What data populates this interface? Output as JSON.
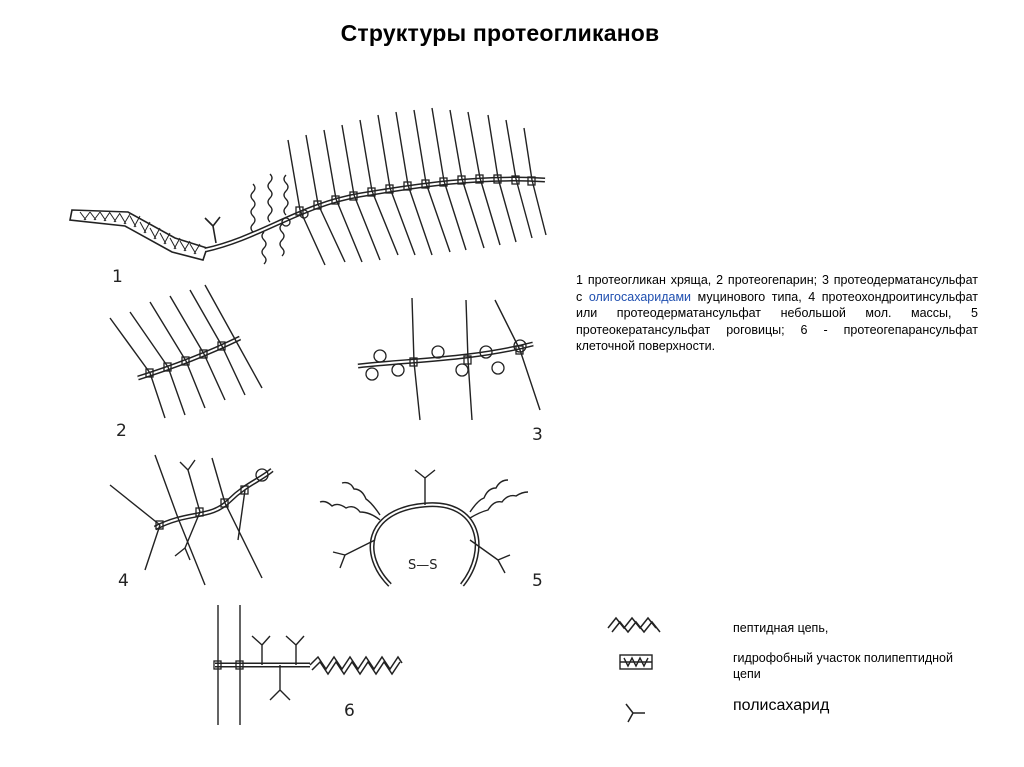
{
  "title": "Структуры протеогликанов",
  "figure": {
    "labels": [
      "1",
      "2",
      "3",
      "4",
      "5",
      "6"
    ],
    "ss_label": "S—S"
  },
  "caption": {
    "before_link": "1 протеогликан хряща, 2 протеогепарин; 3 протеодерматансульфат с ",
    "link": "олигосахаридами",
    "after_link": " муцинового типа, 4 протеохондроитинсульфат или протеодерматансульфат небольшой мол. массы, 5 протеокератансульфат роговицы; 6 - протеогепарансульфат клеточной поверхности."
  },
  "legend": {
    "items": [
      {
        "icon": "peptide-chain-icon",
        "label": "пептидная цепь,"
      },
      {
        "icon": "hydrophobic-segment-icon",
        "label": "гидрофобный участок полипептидной цепи"
      },
      {
        "icon": "polysaccharide-icon",
        "label": "полисахарид"
      }
    ]
  },
  "colors": {
    "link": "#1f4fb0",
    "ink": "#222222"
  }
}
